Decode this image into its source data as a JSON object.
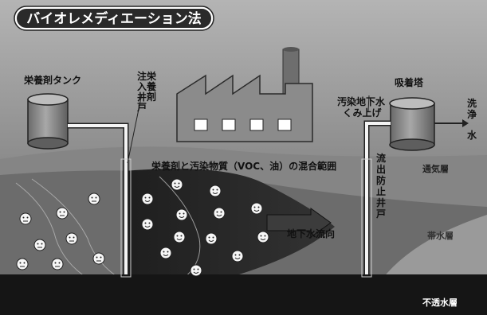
{
  "title": "バイオレメディエーション法",
  "labels": {
    "nutrient_tank": "栄養剤タンク",
    "injection_well": [
      "注栄",
      "入養",
      "井剤",
      "戸"
    ],
    "adsorption_tower": "吸着塔",
    "pump_up": [
      "汚染地下水",
      "くみ上げ"
    ],
    "washed_water": [
      "洗",
      "浄",
      "水"
    ],
    "mixing_zone": "栄養剤と汚染物質（VOC、油）の混合範囲",
    "vadose_zone": "通気層",
    "outflow_well": [
      "流",
      "出",
      "防",
      "止",
      "井",
      "戸"
    ],
    "groundwater_flow": "地下水流向",
    "aquifer": "帯水層",
    "impermeable": "不透水層"
  },
  "colors": {
    "sky": "#9a9a9a",
    "ground": "#7c7c7c",
    "aquifer": "#6a6a6a",
    "plume": "#232323",
    "impermeable": "#141414",
    "structure": "#8a8a8a",
    "pipe": "#f4f4f4"
  },
  "icons": {
    "happy_microbe": "smiling-face-icon",
    "neutral_microbe": "neutral-face-icon"
  }
}
